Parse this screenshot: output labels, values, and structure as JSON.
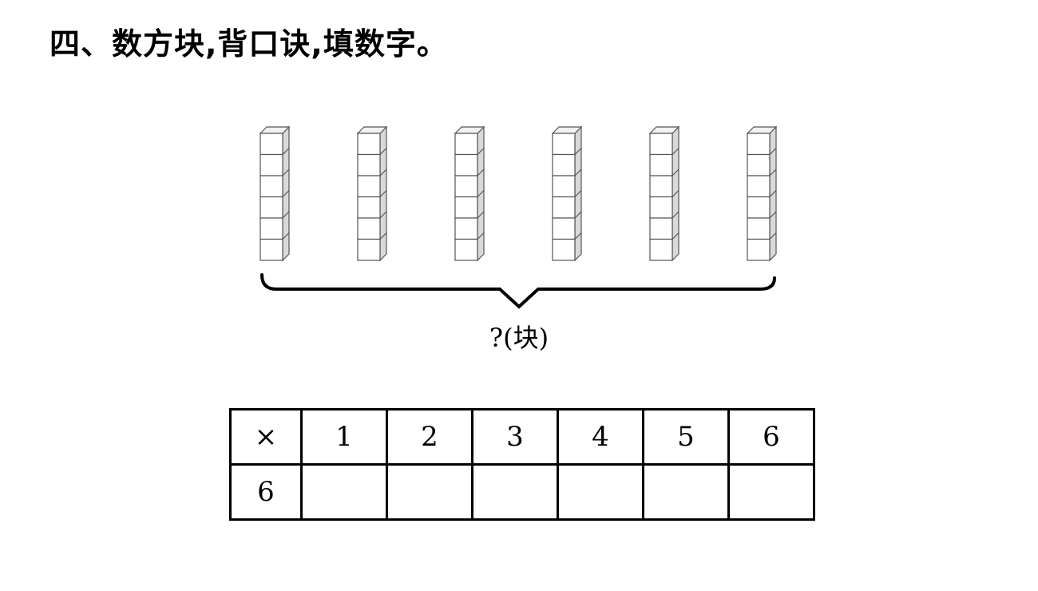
{
  "heading": "四、数方块,背口诀,填数字。",
  "figure": {
    "stick_count": 6,
    "cubes_per_stick": 6,
    "brace_label": "?(块)"
  },
  "table": {
    "operator": "×",
    "columns": [
      "1",
      "2",
      "3",
      "4",
      "5",
      "6"
    ],
    "row_label": "6",
    "row_values": [
      "",
      "",
      "",
      "",
      "",
      ""
    ]
  }
}
